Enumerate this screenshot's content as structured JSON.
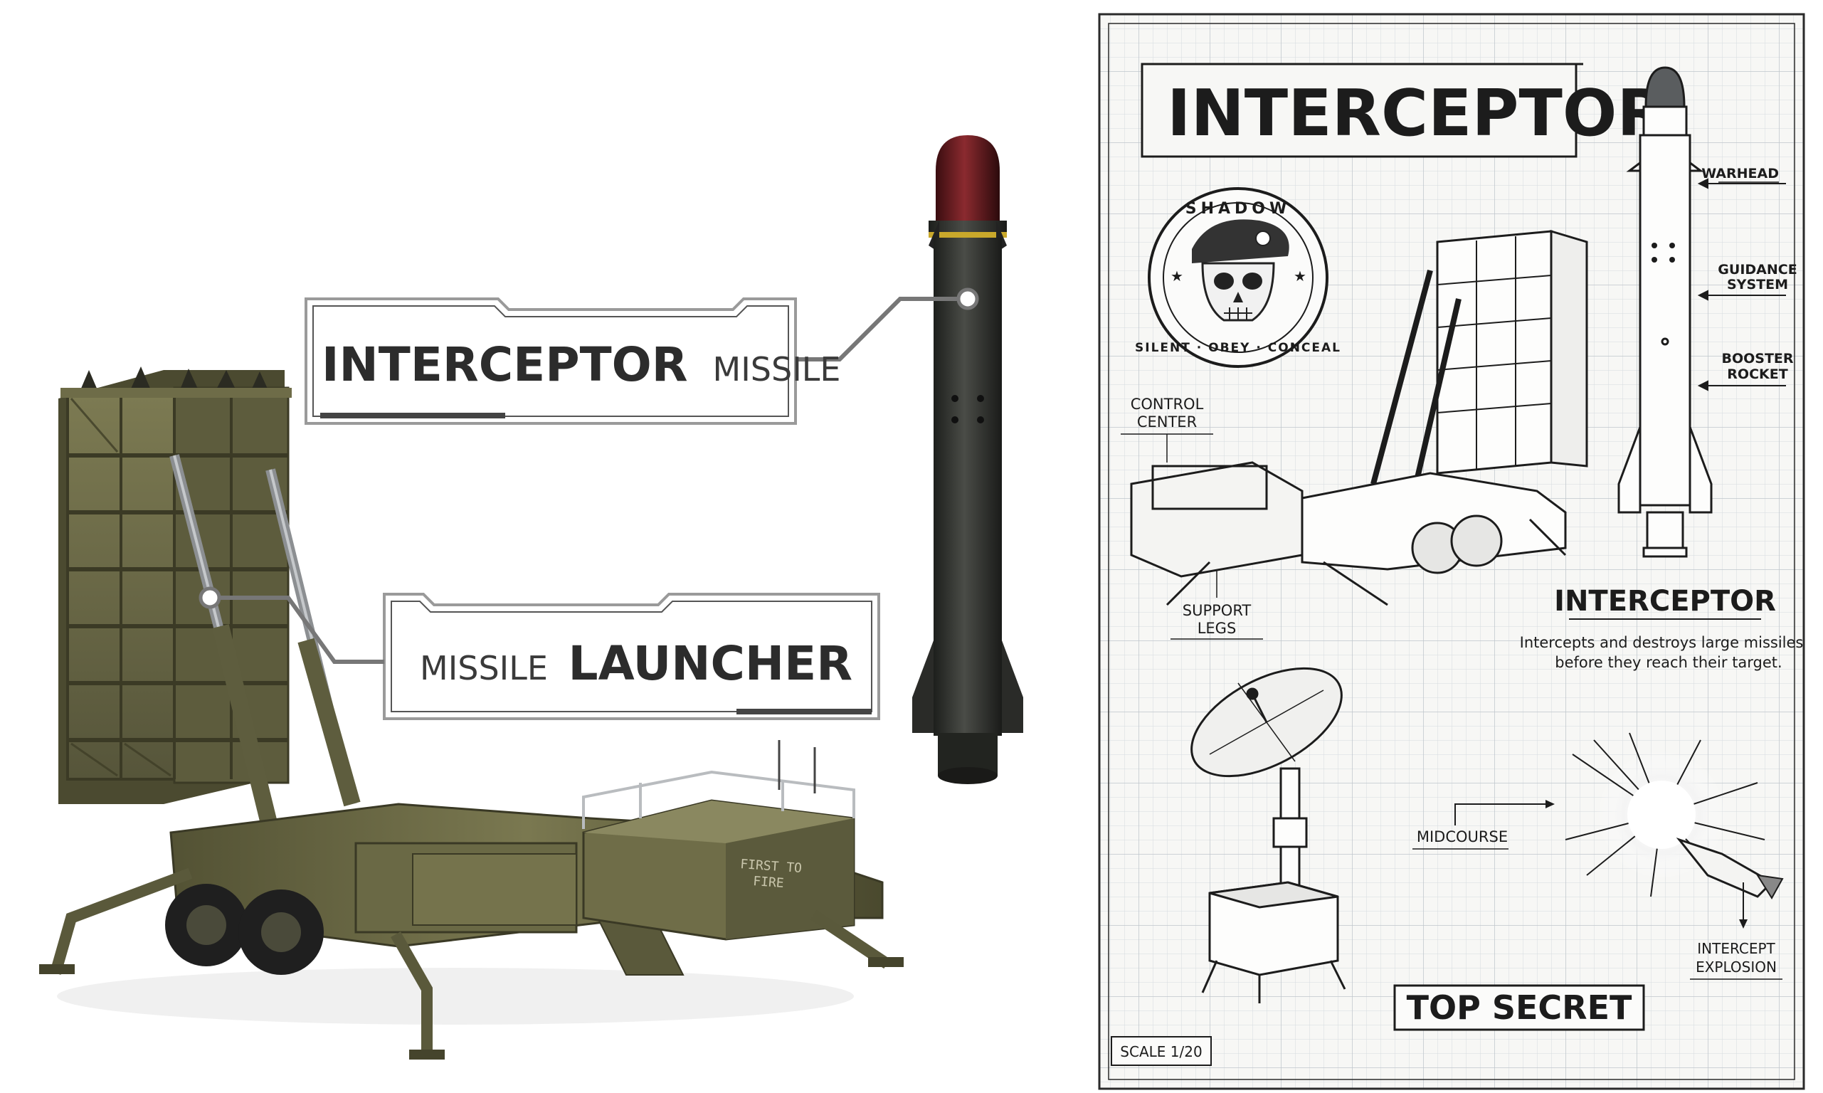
{
  "left_panel": {
    "missile_callout": {
      "bold": "INTERCEPTOR",
      "thin": "MISSILE"
    },
    "launcher_callout": {
      "thin": "MISSILE",
      "bold": "LAUNCHER"
    },
    "launcher_stencils": [
      "FIRST TO",
      "FIRE"
    ]
  },
  "blueprint": {
    "title": "INTERCEPTOR",
    "emblem": {
      "top": "SHADOW",
      "bottom": "SILENT · OBEY · CONCEAL"
    },
    "missile_labels": {
      "warhead": "WARHEAD",
      "guidance": [
        "GUIDANCE",
        "SYSTEM"
      ],
      "booster": [
        "BOOSTER",
        "ROCKET"
      ]
    },
    "launcher_labels": {
      "control": [
        "CONTROL",
        "CENTER"
      ],
      "support": [
        "SUPPORT",
        "LEGS"
      ]
    },
    "info": {
      "heading": "INTERCEPTOR",
      "lines": [
        "Intercepts and destroys large missiles",
        "before they reach their target."
      ]
    },
    "midcourse": "MIDCOURSE",
    "intercept": [
      "INTERCEPT",
      "EXPLOSION"
    ],
    "stamp": "TOP SECRET",
    "scale": "SCALE 1/20"
  },
  "colors": {
    "olive": "#6b6a45",
    "olive_dark": "#46452c",
    "missile": "#2e302c",
    "nose": "#6a1a1e",
    "blueprint_bg": "#f7f7f5",
    "grid": "#cdd3d8",
    "ink": "#1c1c1c"
  }
}
